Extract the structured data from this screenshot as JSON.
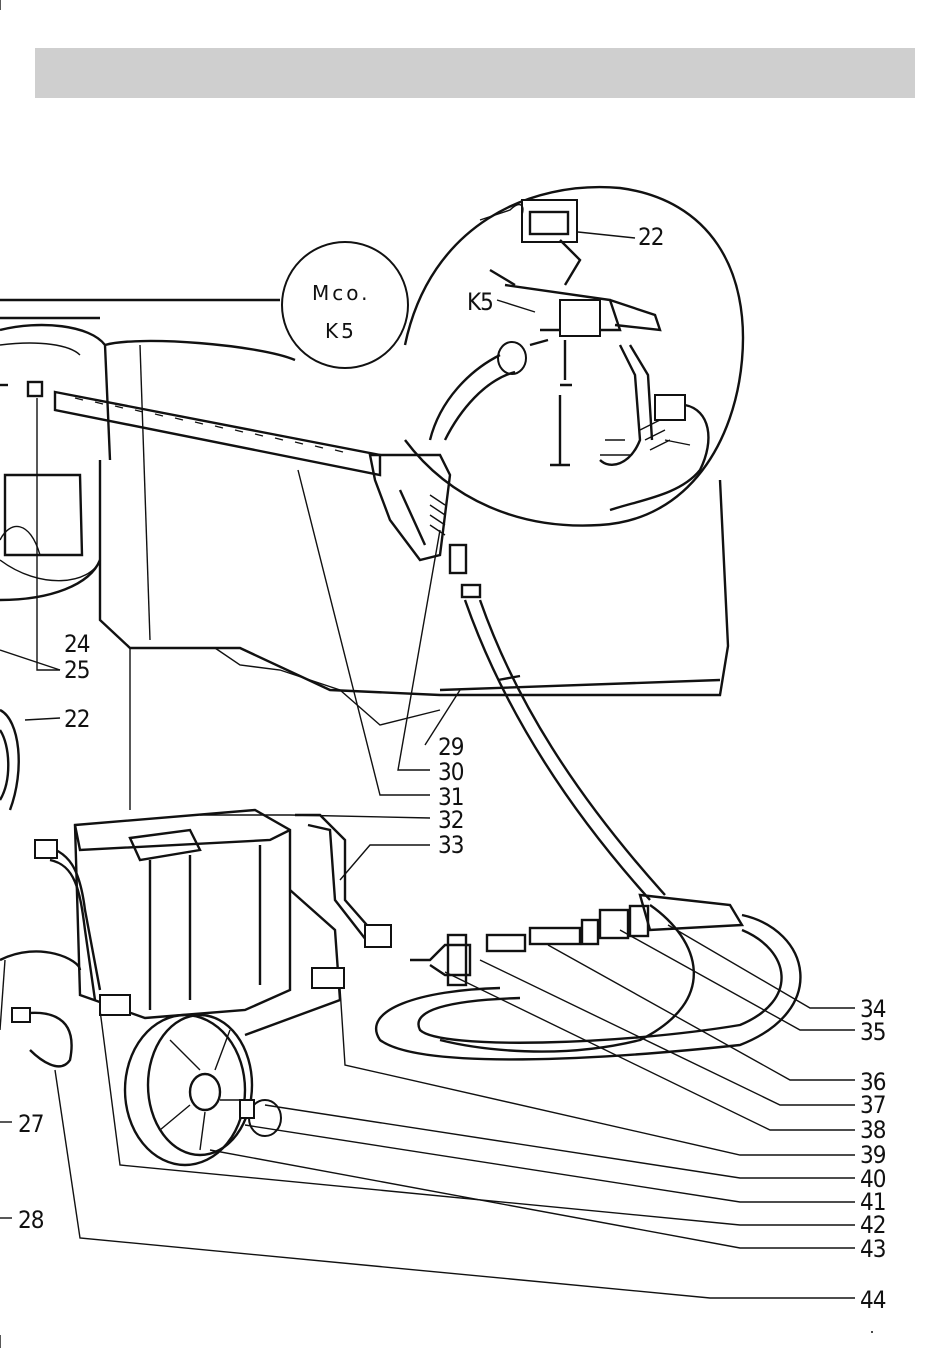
{
  "callout": {
    "line1": "Mco.",
    "line2": "K5"
  },
  "labels": {
    "l22a": "22",
    "k5": "K5",
    "l24": "24",
    "l25": "25",
    "l22b": "22",
    "l29": "29",
    "l30": "30",
    "l31": "31",
    "l32": "32",
    "l33": "33",
    "l34": "34",
    "l35": "35",
    "l36": "36",
    "l37": "37",
    "l38": "38",
    "l39": "39",
    "l40": "40",
    "l41": "41",
    "l42": "42",
    "l43": "43",
    "l27": "27",
    "l28": "28",
    "l44": "44"
  }
}
